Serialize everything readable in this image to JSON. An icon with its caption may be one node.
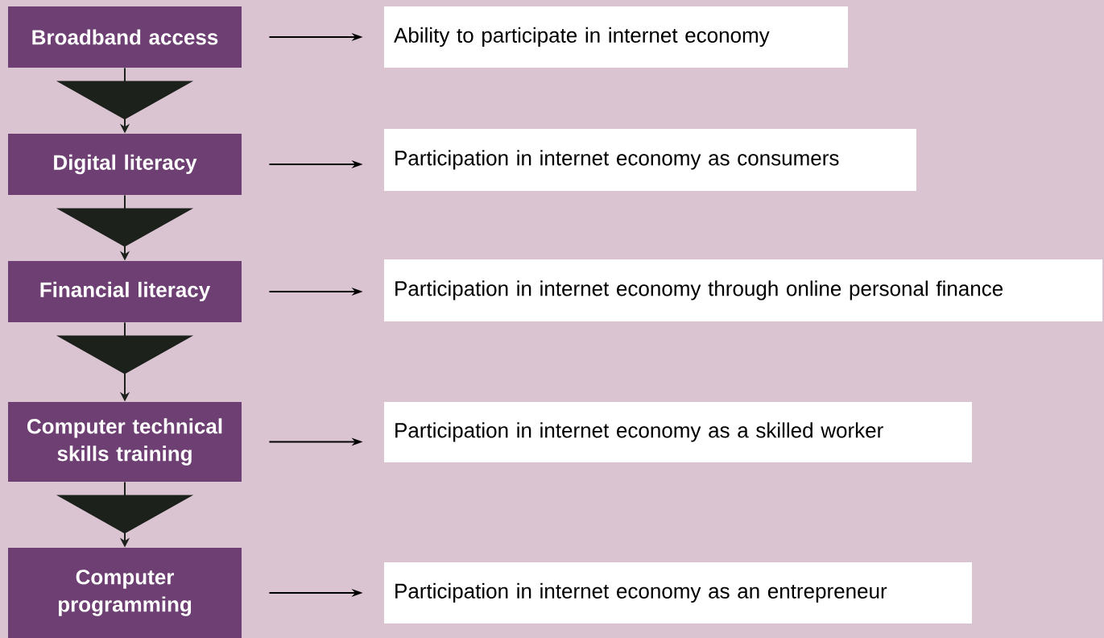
{
  "diagram": {
    "nodes": [
      {
        "text": [
          "Broadband access"
        ]
      },
      {
        "text": [
          "Ability to participate in internet economy"
        ]
      },
      {
        "text": [
          "Digital literacy"
        ]
      },
      {
        "text": [
          "Participation in internet economy as consumers"
        ]
      },
      {
        "text": [
          "Financial literacy"
        ]
      },
      {
        "text": [
          "Participation in internet economy through online personal finance"
        ]
      },
      {
        "text": [
          "Computer technical skills training"
        ]
      },
      {
        "text": [
          "Participation in internet economy as a skilled worker"
        ]
      },
      {
        "text": [
          "Computer programming"
        ]
      },
      {
        "text": [
          "Participation in internet economy as an entrepreneur"
        ]
      }
    ],
    "edges": [
      {
        "from": 0,
        "to": 1,
        "arrow": "to"
      },
      {
        "from": 0,
        "to": 2,
        "arrow": "to"
      },
      {
        "from": 2,
        "to": 3,
        "arrow": "to"
      },
      {
        "from": 2,
        "to": 4,
        "arrow": "to"
      },
      {
        "from": 4,
        "to": 5,
        "arrow": "to"
      },
      {
        "from": 4,
        "to": 6,
        "arrow": "to"
      },
      {
        "from": 6,
        "to": 7,
        "arrow": "to"
      },
      {
        "from": 6,
        "to": 8,
        "arrow": "to"
      },
      {
        "from": 8,
        "to": 9,
        "arrow": "to"
      }
    ]
  }
}
